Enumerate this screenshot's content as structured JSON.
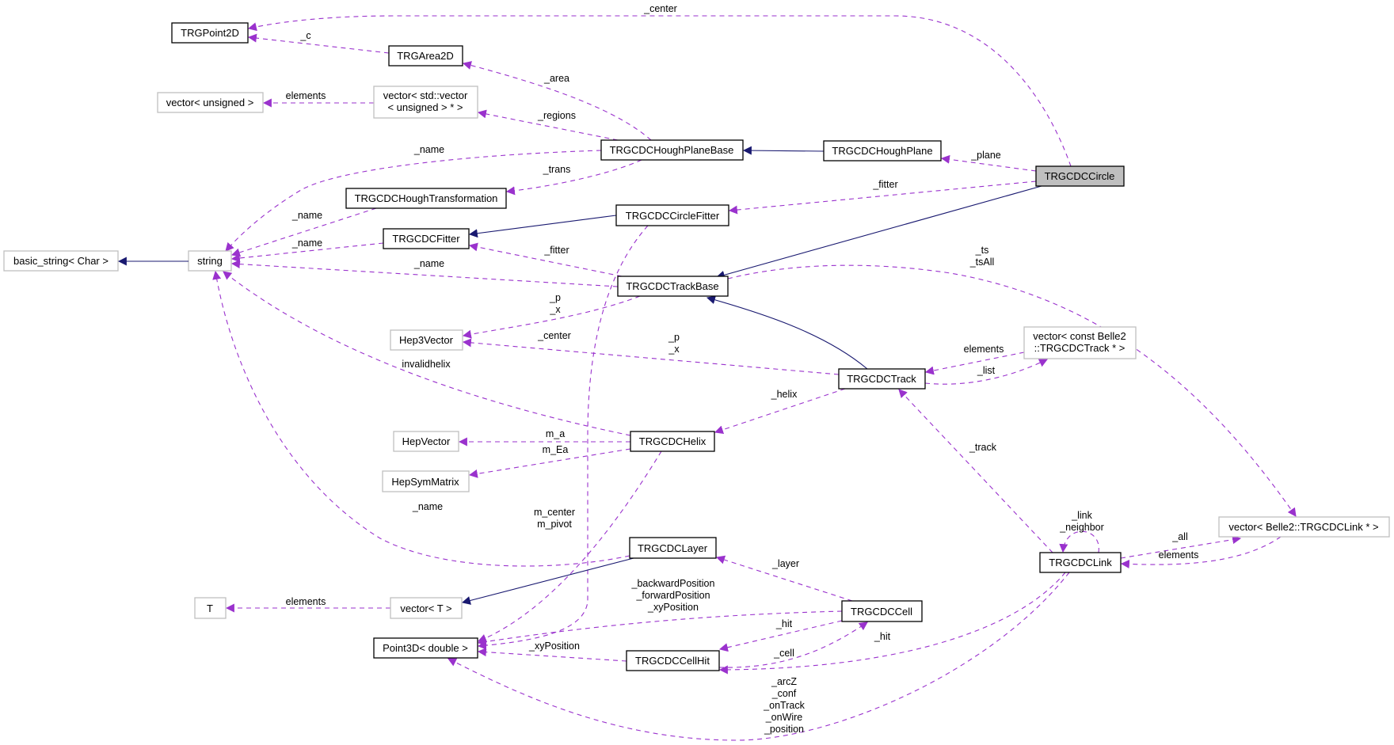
{
  "nodes": {
    "trgpoint2d": "TRGPoint2D",
    "trgarea2d": "TRGArea2D",
    "vector_unsigned": "vector< unsigned >",
    "vector_vector_unsigned": [
      "vector< std::vector",
      "< unsigned > * >"
    ],
    "hough_plane_base": "TRGCDCHoughPlaneBase",
    "hough_plane": "TRGCDCHoughPlane",
    "circle": "TRGCDCCircle",
    "hough_transformation": "TRGCDCHoughTransformation",
    "circle_fitter": "TRGCDCCircleFitter",
    "fitter": "TRGCDCFitter",
    "basic_string": "basic_string< Char >",
    "string": "string",
    "track_base": "TRGCDCTrackBase",
    "hep3vector": "Hep3Vector",
    "vector_track": [
      "vector< const Belle2",
      "::TRGCDCTrack * >"
    ],
    "track": "TRGCDCTrack",
    "hepvector": "HepVector",
    "hepsymmatrix": "HepSymMatrix",
    "helix": "TRGCDCHelix",
    "layer": "TRGCDCLayer",
    "t": "T",
    "vector_t": "vector< T >",
    "point3d": "Point3D< double >",
    "cellhit": "TRGCDCCellHit",
    "cell": "TRGCDCCell",
    "link": "TRGCDCLink",
    "vector_link": "vector< Belle2::TRGCDCLink * >"
  },
  "edge_labels": {
    "center_top": "_center",
    "c": "_c",
    "area": "_area",
    "elements_unsigned": "elements",
    "regions": "_regions",
    "name_plane": "_name",
    "trans": "_trans",
    "plane": "_plane",
    "fitter_circle": "_fitter",
    "name_transform": "_name",
    "name_fitter": "_name",
    "fitter_trackbase": "_fitter",
    "name_trackbase": "_name",
    "ts": [
      "_ts",
      "_tsAll"
    ],
    "p_x_trackbase": [
      "_p",
      "_x"
    ],
    "center_mid": "_center",
    "p_x_track": [
      "_p",
      "_x"
    ],
    "elements_track": "elements",
    "list": "_list",
    "invalidhelix": "invalidhelix",
    "helix": "_helix",
    "track": "_track",
    "m_a": "m_a",
    "m_ea": "m_Ea",
    "name_layer": "_name",
    "m_center_pivot": [
      "m_center",
      "m_pivot"
    ],
    "link_neighbor": [
      "_link",
      "_neighbor"
    ],
    "all": "_all",
    "elements_link": "elements",
    "layer": "_layer",
    "positions": [
      "_backwardPosition",
      "_forwardPosition",
      "_xyPosition"
    ],
    "elements_t": "elements",
    "hit_cell": "_hit",
    "hit_link": "_hit",
    "xyposition": "_xyPosition",
    "cell": "_cell",
    "link_fields": [
      "_arcZ",
      "_conf",
      "_onTrack",
      "_onWire",
      "_position"
    ]
  },
  "colors": {
    "dependency": "#9a32cd",
    "inheritance": "#191970",
    "focus_fill": "#bfbfbf"
  }
}
